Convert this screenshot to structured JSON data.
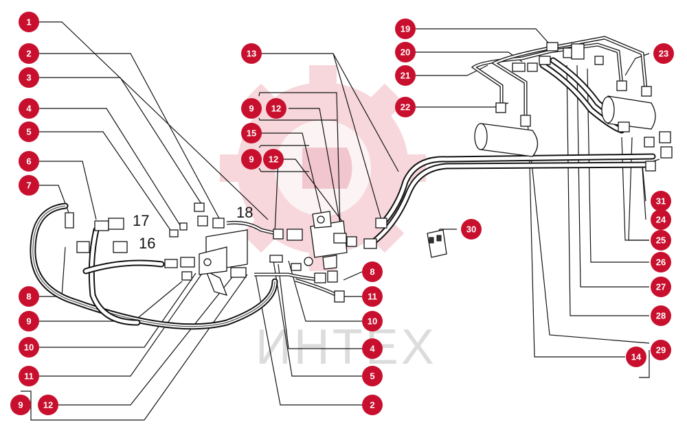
{
  "colors": {
    "badge": "#c8102e",
    "watermark_gear": "#f2b8bf",
    "line": "#111111"
  },
  "watermark": {
    "text": "ИНТЕХ"
  },
  "callouts": [
    {
      "label": "1"
    },
    {
      "label": "2"
    },
    {
      "label": "3"
    },
    {
      "label": "4"
    },
    {
      "label": "5"
    },
    {
      "label": "6"
    },
    {
      "label": "7"
    },
    {
      "label": "8"
    },
    {
      "label": "9"
    },
    {
      "label": "10"
    },
    {
      "label": "11"
    },
    {
      "label": "9"
    },
    {
      "label": "12"
    },
    {
      "label": "13"
    },
    {
      "label": "9"
    },
    {
      "label": "12"
    },
    {
      "label": "15"
    },
    {
      "label": "9"
    },
    {
      "label": "12"
    },
    {
      "label": "8"
    },
    {
      "label": "11"
    },
    {
      "label": "10"
    },
    {
      "label": "4"
    },
    {
      "label": "5"
    },
    {
      "label": "2"
    },
    {
      "label": "19"
    },
    {
      "label": "20"
    },
    {
      "label": "21"
    },
    {
      "label": "22"
    },
    {
      "label": "23"
    },
    {
      "label": "30"
    },
    {
      "label": "31"
    },
    {
      "label": "24"
    },
    {
      "label": "25"
    },
    {
      "label": "26"
    },
    {
      "label": "27"
    },
    {
      "label": "28"
    },
    {
      "label": "29"
    },
    {
      "label": "14"
    }
  ],
  "plain_labels": [
    {
      "label": "17"
    },
    {
      "label": "16"
    },
    {
      "label": "18"
    }
  ]
}
